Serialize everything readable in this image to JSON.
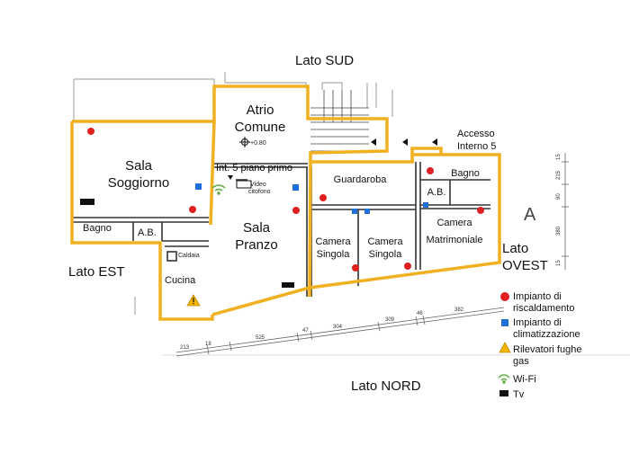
{
  "sides": {
    "sud": "Lato SUD",
    "est": "Lato EST",
    "ovest": "Lato OVEST",
    "nord": "Lato NORD"
  },
  "rooms": {
    "atrio_line1": "Atrio",
    "atrio_line2": "Comune",
    "atrio_level": "+0.80",
    "sala_soggiorno_line1": "Sala",
    "sala_soggiorno_line2": "Soggiorno",
    "int5": "Int. 5 piano primo",
    "video_line1": "Video",
    "video_line2": "citofono",
    "sala_pranzo_line1": "Sala",
    "sala_pranzo_line2": "Pranzo",
    "bagno_left": "Bagno",
    "ab_left": "A.B.",
    "caldaia": "Caldaia",
    "cucina": "Cucina",
    "guardaroba": "Guardaroba",
    "bagno_right": "Bagno",
    "ab_right": "A.B.",
    "camera_singola_1_line1": "Camera",
    "camera_singola_1_line2": "Singola",
    "camera_singola_2_line1": "Camera",
    "camera_singola_2_line2": "Singola",
    "camera_matrimoniale_line1": "Camera",
    "camera_matrimoniale_line2": "Matrimoniale",
    "accesso_line1": "Accesso",
    "accesso_line2": "Interno 5",
    "a_marker": "A"
  },
  "dimensions": [
    "213",
    "18",
    "525",
    "47",
    "304",
    "309",
    "46",
    "382"
  ],
  "side_dimensions": [
    "15",
    "215",
    "90",
    "380",
    "15"
  ],
  "legend": {
    "items": [
      {
        "icon": "red-dot-icon",
        "color": "#e02020",
        "line1": "Impianto di",
        "line2": "riscaldamento"
      },
      {
        "icon": "blue-square-icon",
        "color": "#1e6fd9",
        "line1": "Impianto di",
        "line2": "climatizzazione"
      },
      {
        "icon": "warning-triangle-icon",
        "color": "#f2b400",
        "line1": "Rilevatori fughe",
        "line2": "gas"
      },
      {
        "icon": "wifi-icon",
        "color": "#5aaa3c",
        "line1": "Wi-Fi",
        "line2": ""
      },
      {
        "icon": "tv-icon",
        "color": "#111111",
        "line1": "Tv",
        "line2": ""
      }
    ]
  },
  "colors": {
    "wall": "#f0b020",
    "heating": "#e02020",
    "ac": "#1e6fd9",
    "gas": "#f2b400",
    "wifi": "#5aaa3c",
    "tv": "#111111"
  }
}
